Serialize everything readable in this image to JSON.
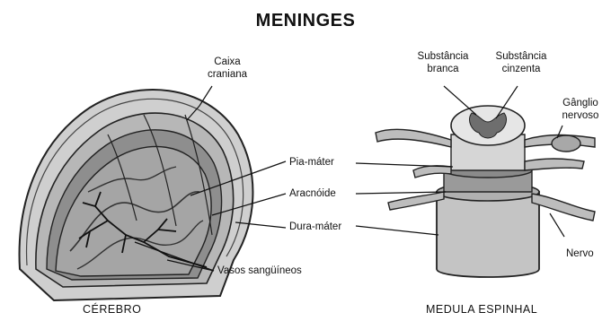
{
  "title": "MENINGES",
  "labels": {
    "caixa_craniana": "Caixa craniana",
    "pia_mater": "Pia-máter",
    "aracnoide": "Aracnóide",
    "dura_mater": "Dura-máter",
    "vasos_sanguineos": "Vasos sangüíneos",
    "substancia_branca": "Substância branca",
    "substancia_cinzenta": "Substância cinzenta",
    "ganglio_nervoso": "Gânglio nervoso",
    "nervo": "Nervo"
  },
  "captions": {
    "cerebro": "CÉREBRO",
    "medula_espinhal": "MEDULA ESPINHAL"
  }
}
